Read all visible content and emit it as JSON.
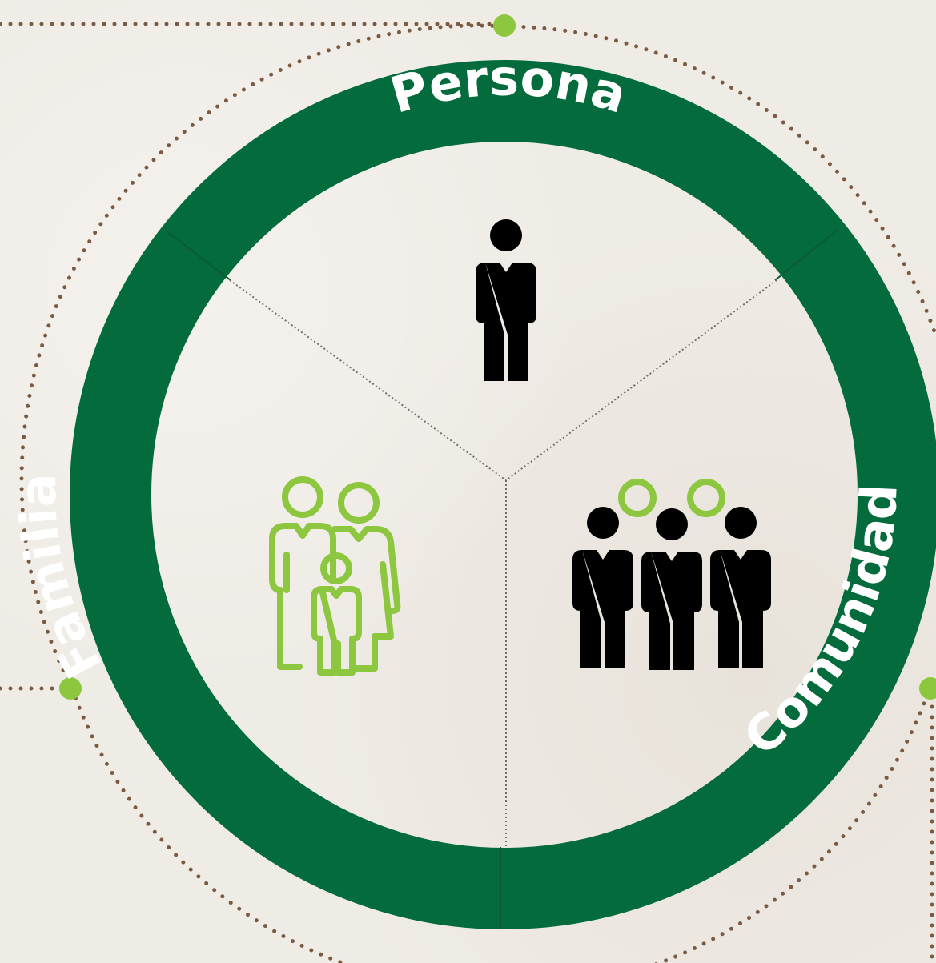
{
  "colors": {
    "background": "#efebe5",
    "ring": "#046b3d",
    "accent": "#8dc63f",
    "dots": "#7a5a42"
  },
  "segments": [
    {
      "label": "Persona",
      "icon": "person-icon"
    },
    {
      "label": "Familia",
      "icon": "family-icon"
    },
    {
      "label": "Comunidad",
      "icon": "community-icon"
    }
  ]
}
